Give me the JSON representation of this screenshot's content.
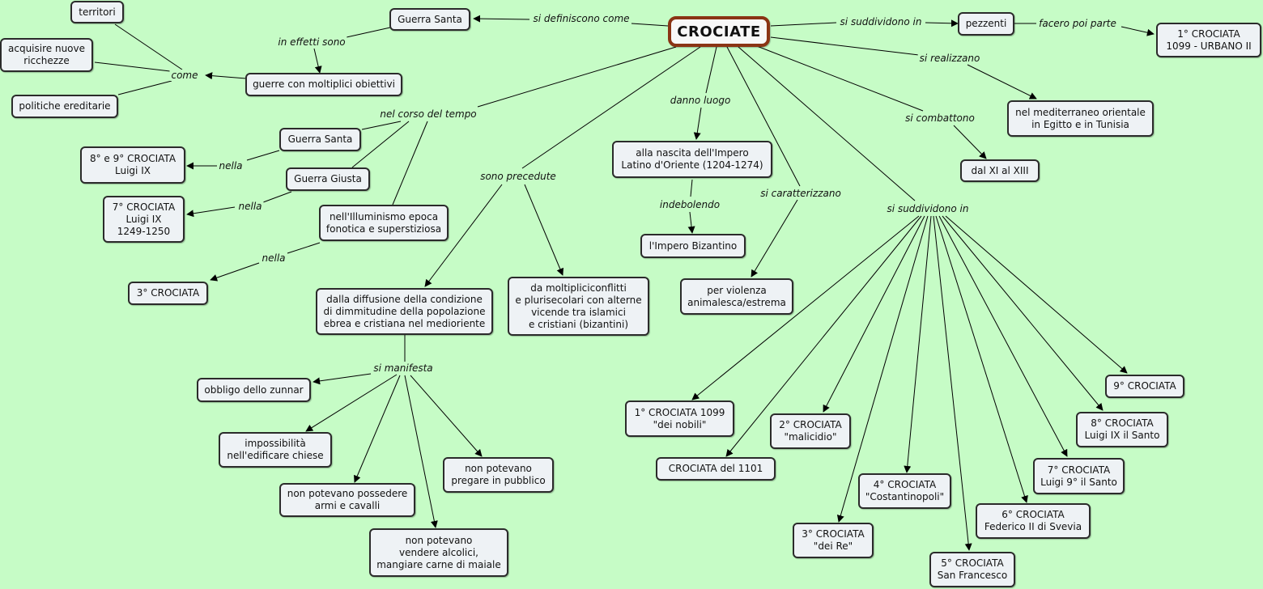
{
  "root": "CROCIATE",
  "nodes": {
    "guerra_santa_top": "Guerra Santa",
    "guerre_obiettivi": "guerre con moltiplici obiettivi",
    "territori": "territori",
    "ricchezze": "acquisire nuove\nricchezze",
    "ereditarie": "politiche ereditarie",
    "pezzenti": "pezzenti",
    "prima_urbano": "1° CROCIATA\n1099 - URBANO II",
    "mediterraneo": "nel mediterraneo orientale\nin Egitto e in Tunisia",
    "xi_xiii": "dal XI al XIII",
    "guerra_santa": "Guerra Santa",
    "guerra_giusta": "Guerra Giusta",
    "illuminismo": "nell'Illuminismo epoca\nfonotica e superstiziosa",
    "ottava_nona": "8° e 9° CROCIATA\nLuigi IX",
    "settima_luigi": "7° CROCIATA\nLuigi IX\n1249-1250",
    "terza": "3° CROCIATA",
    "impero_latino": "alla nascita dell'Impero\nLatino d'Oriente (1204-1274)",
    "bizantino": "l'Impero Bizantino",
    "violenza": "per violenza\nanimalesca/estrema",
    "dimmitudine": "dalla diffusione della condizione\ndi dimmitudine della popolazione\nebrea e cristiana nel medioriente",
    "conflitti": "da moltipliciconflitti\ne plurisecolari con alterne\nvicende tra islamici\ne cristiani (bizantini)",
    "zunnar": "obbligo dello zunnar",
    "chiese": "impossibilità\nnell'edificare chiese",
    "armi": "non potevano possedere\narmi e cavalli",
    "alcolici": "non potevano\nvendere alcolici,\nmangiare carne di maiale",
    "pregare": "non potevano\npregare in pubblico",
    "c1_nobili": "1° CROCIATA 1099\n\"dei nobili\"",
    "c1101": "CROCIATA del  1101",
    "c2": "2° CROCIATA\n\"malicidio\"",
    "c3": "3° CROCIATA\n\"dei Re\"",
    "c4": "4° CROCIATA\n\"Costantinopoli\"",
    "c5": "5° CROCIATA\nSan Francesco",
    "c6": "6° CROCIATA\nFederico II di Svevia",
    "c7": "7° CROCIATA\nLuigi 9° il Santo",
    "c8": "8° CROCIATA\nLuigi IX il Santo",
    "c9": "9° CROCIATA"
  },
  "labels": {
    "si_definiscono": "si definiscono come",
    "in_effetti": "in effetti sono",
    "come": "come",
    "si_suddividono_top": "si suddividono in",
    "facero": "facero poi parte",
    "si_realizzano": "si realizzano",
    "si_combattono": "si combattono",
    "danno_luogo": "danno luogo",
    "indebolendo": "indebolendo",
    "si_caratterizzano": "si caratterizzano",
    "nel_corso": "nel corso del tempo",
    "nella_1": "nella",
    "nella_2": "nella",
    "nella_3": "nella",
    "sono_precedute": "sono precedute",
    "si_manifesta": "si manifesta",
    "si_suddividono_bottom": "si suddividono in"
  }
}
